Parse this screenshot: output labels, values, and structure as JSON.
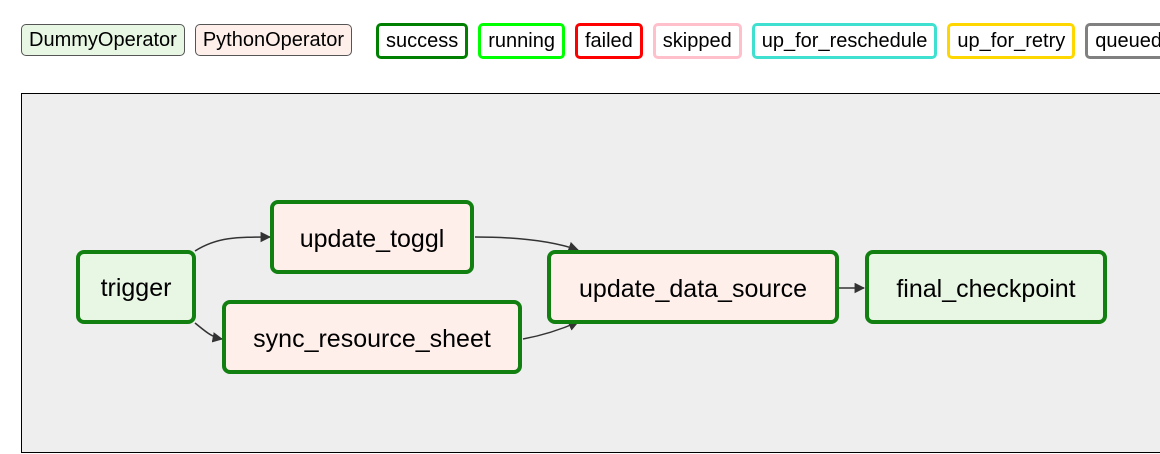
{
  "legend": {
    "operators": [
      {
        "label": "DummyOperator",
        "color": "#e8f7e4"
      },
      {
        "label": "PythonOperator",
        "color": "#ffefeb"
      }
    ],
    "states": [
      {
        "label": "success",
        "color": "#008000"
      },
      {
        "label": "running",
        "color": "#00ff00"
      },
      {
        "label": "failed",
        "color": "#ff0000"
      },
      {
        "label": "skipped",
        "color": "#ffc0cb"
      },
      {
        "label": "up_for_reschedule",
        "color": "#40e0d0"
      },
      {
        "label": "up_for_retry",
        "color": "#ffd700"
      },
      {
        "label": "queued",
        "color": "#808080"
      }
    ]
  },
  "graph": {
    "status_color": "#118011",
    "nodes": [
      {
        "id": "trigger",
        "label": "trigger",
        "operator": "DummyOperator"
      },
      {
        "id": "update_toggl",
        "label": "update_toggl",
        "operator": "PythonOperator"
      },
      {
        "id": "sync_resource_sheet",
        "label": "sync_resource_sheet",
        "operator": "PythonOperator"
      },
      {
        "id": "update_data_source",
        "label": "update_data_source",
        "operator": "PythonOperator"
      },
      {
        "id": "final_checkpoint",
        "label": "final_checkpoint",
        "operator": "DummyOperator"
      }
    ],
    "edges": [
      {
        "from": "trigger",
        "to": "update_toggl"
      },
      {
        "from": "trigger",
        "to": "sync_resource_sheet"
      },
      {
        "from": "update_toggl",
        "to": "update_data_source"
      },
      {
        "from": "sync_resource_sheet",
        "to": "update_data_source"
      },
      {
        "from": "update_data_source",
        "to": "final_checkpoint"
      }
    ]
  }
}
